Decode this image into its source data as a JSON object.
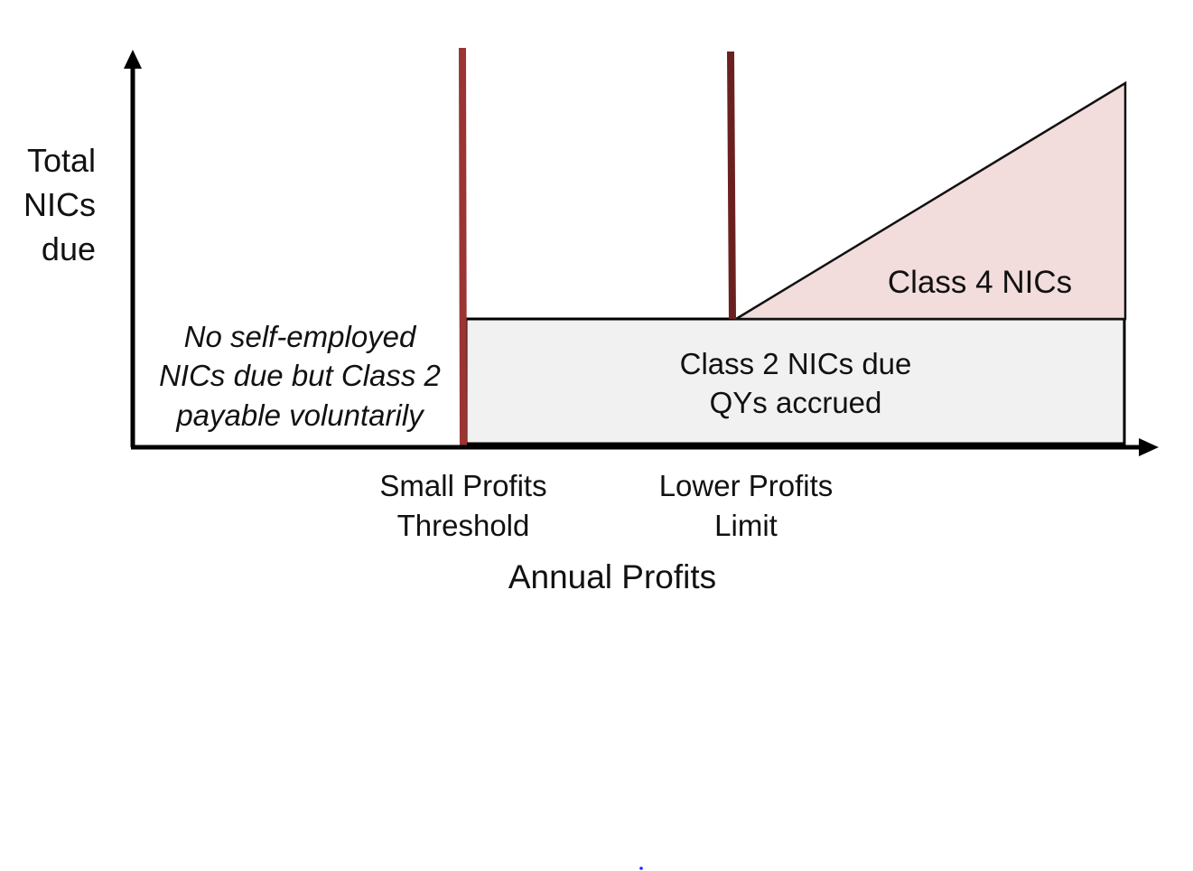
{
  "y_axis_label": [
    "Total",
    "NICs",
    "due"
  ],
  "x_axis_label": "Annual Profits",
  "thresholds": [
    {
      "label": [
        "Small Profits",
        "Threshold"
      ],
      "color": "#9b3434"
    },
    {
      "label": [
        "Lower Profits",
        "Limit"
      ],
      "color": "#6b2020"
    }
  ],
  "regions": {
    "below_threshold": [
      "No self-employed",
      "NICs due but Class 2",
      "payable voluntarily"
    ],
    "class2": [
      "Class 2 NICs due",
      "QYs accrued"
    ],
    "class4": "Class 4 NICs"
  },
  "colors": {
    "class2_fill": "#f1f1f1",
    "class4_fill": "#f3dcdc",
    "axis": "#000000"
  }
}
